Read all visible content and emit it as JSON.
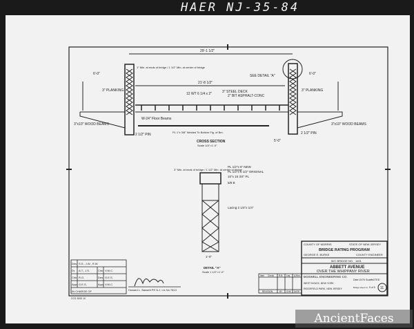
{
  "header": {
    "record_id": "HAER NJ-35-84"
  },
  "cross_section": {
    "title": "CROSS SECTION",
    "scale": "Scale 1/4\"=1'-0\"",
    "labels": {
      "overall_width": "29'-1 1/2\"",
      "roadway_width": "21'-8 1/2\"",
      "sidewalk_left": "6'-0\"",
      "sidewalk_right": "6'-0\"",
      "planking_left": "3\" PLANKING",
      "planking_right": "3\" PLANKING",
      "steel_deck": "3\" STEEL DECK",
      "asphalt": "2\" BIT ASPHALT-CONC",
      "floor_beams": "W-24\" Floor Beams",
      "wood_beams_left": "3\"x10\" WOOD BEAMS",
      "wood_beams_right": "3\"x10\" WOOD BEAMS",
      "see_detail": "SEE DETAIL \"A\"",
      "camber": "1\" Min. at ends of bridge / 1 1/2\" Min. at center of bridge",
      "pin_left": "2 1/2\" PIN",
      "pin_right": "2 1/2\" PIN",
      "stringer": "12 WT 6 1/4 x 2\"",
      "bottom_plate": "PL 1\"x 3/8\" Welded To Bottom Flg. of Bm.",
      "dim_bottom": "5'-0\""
    }
  },
  "detail": {
    "title": "DETAIL \"A\"",
    "scale": "Scale 1 1/2\"=1'-0\"",
    "labels": {
      "camber": "3\" Min. at ends of bridge / 1 1/2\" Min. at center of bridge",
      "new": "PL 1/2\"x 6\" NEW",
      "original": "PL 1/2\"x 6 1/2\" ORIGINAL",
      "cap": "10\"x 15 3/4\" PL",
      "angle": "5/8 B",
      "lacing": "Lacing 2 1/4\"x 1/4\"",
      "dim": "1'-0\""
    }
  },
  "title_block": {
    "county": "COUNTY OF MORRIS",
    "state": "STATE OF NEW JERSEY",
    "program": "BRIDGE RATING PROGRAM",
    "engineer_name": "GEORGE E. BURKE",
    "engineer_title": "COUNTY ENGINEER",
    "bridge_no_label": "M/C BRIDGE NO.",
    "bridge_no": "1401",
    "bridge_name": "ABBETT AVENUE",
    "crossing": "OVER THE WHIPPANY RIVER",
    "firm": "BOSWELL ENGINEERING CO.",
    "firm_address1": "WEST NYACK, NEW YORK",
    "firm_address2": "RIDGEFIELD PARK, NEW JERSEY",
    "date_label": "Date",
    "date": "10/76",
    "scale_label": "Scale",
    "scale": "NOTED",
    "sheet_label": "Bridge sheet no.",
    "sheet": "5 of 5",
    "sheet_circle": "11"
  },
  "revision_block": {
    "header": [
      "Item",
      "Check",
      "R.B.",
      "Leg.",
      "A.Rev."
    ],
    "footer": [
      "REVISION",
      "BY",
      "CHK",
      "DATE"
    ]
  },
  "approval_block": {
    "rows": [
      [
        "Des.",
        "S.S., J.W., R.W."
      ],
      [
        "Dr.",
        "A.T., J.S.",
        "Chk.",
        "V.W.C."
      ],
      [
        "Chk.",
        "R.G.",
        "Des.",
        "G.E.S."
      ],
      [
        "Appr.",
        "G.E.S.",
        "Appr.",
        "V.W.C."
      ]
    ],
    "in_charge": "IN CHARGE OF"
  },
  "signature": {
    "caption": "Howard L. Bassett PE  N.J. Lic No 7813"
  },
  "corner_note": "CCS 3000 10",
  "watermark": "AncientFaces"
}
